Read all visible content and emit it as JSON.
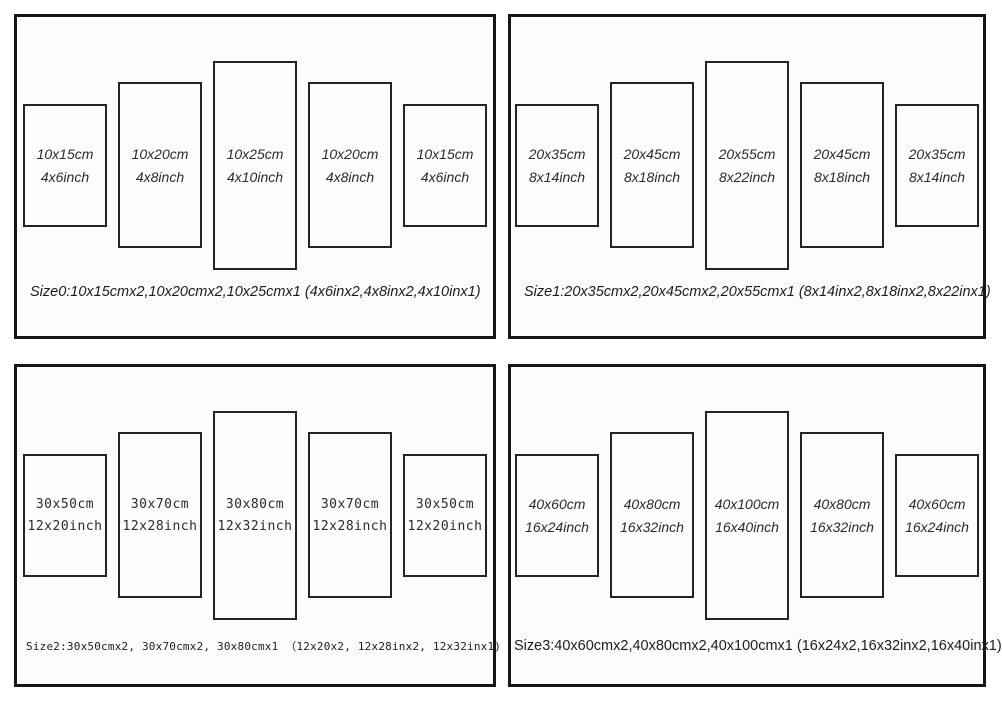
{
  "colors": {
    "panel_border": "#161616",
    "piece_border": "#242424",
    "text": "#2b2b2b",
    "panel_background": "#fcfcfc",
    "page_background": "#ffffff"
  },
  "panels": [
    {
      "name": "size0",
      "caption": "Size0:10x15cmx2,10x20cmx2,10x25cmx1 (4x6inx2,4x8inx2,4x10inx1)",
      "pieces": [
        {
          "cm": "10x15cm",
          "inch": "4x6inch"
        },
        {
          "cm": "10x20cm",
          "inch": "4x8inch"
        },
        {
          "cm": "10x25cm",
          "inch": "4x10inch"
        },
        {
          "cm": "10x20cm",
          "inch": "4x8inch"
        },
        {
          "cm": "10x15cm",
          "inch": "4x6inch"
        }
      ]
    },
    {
      "name": "size1",
      "caption": "Size1:20x35cmx2,20x45cmx2,20x55cmx1 (8x14inx2,8x18inx2,8x22inx1)",
      "pieces": [
        {
          "cm": "20x35cm",
          "inch": "8x14inch"
        },
        {
          "cm": "20x45cm",
          "inch": "8x18inch"
        },
        {
          "cm": "20x55cm",
          "inch": "8x22inch"
        },
        {
          "cm": "20x45cm",
          "inch": "8x18inch"
        },
        {
          "cm": "20x35cm",
          "inch": "8x14inch"
        }
      ]
    },
    {
      "name": "size2",
      "caption": "Size2:30x50cmx2, 30x70cmx2, 30x80cmx1 （12x20x2, 12x28inx2, 12x32inx1)",
      "pieces": [
        {
          "cm": "30x50cm",
          "inch": "12x20inch"
        },
        {
          "cm": "30x70cm",
          "inch": "12x28inch"
        },
        {
          "cm": "30x80cm",
          "inch": "12x32inch"
        },
        {
          "cm": "30x70cm",
          "inch": "12x28inch"
        },
        {
          "cm": "30x50cm",
          "inch": "12x20inch"
        }
      ]
    },
    {
      "name": "size3",
      "caption": "Size3:40x60cmx2,40x80cmx2,40x100cmx1 (16x24x2,16x32inx2,16x40inx1)",
      "pieces": [
        {
          "cm": "40x60cm",
          "inch": "16x24inch"
        },
        {
          "cm": "40x80cm",
          "inch": "16x32inch"
        },
        {
          "cm": "40x100cm",
          "inch": "16x40inch"
        },
        {
          "cm": "40x80cm",
          "inch": "16x32inch"
        },
        {
          "cm": "40x60cm",
          "inch": "16x24inch"
        }
      ]
    }
  ]
}
